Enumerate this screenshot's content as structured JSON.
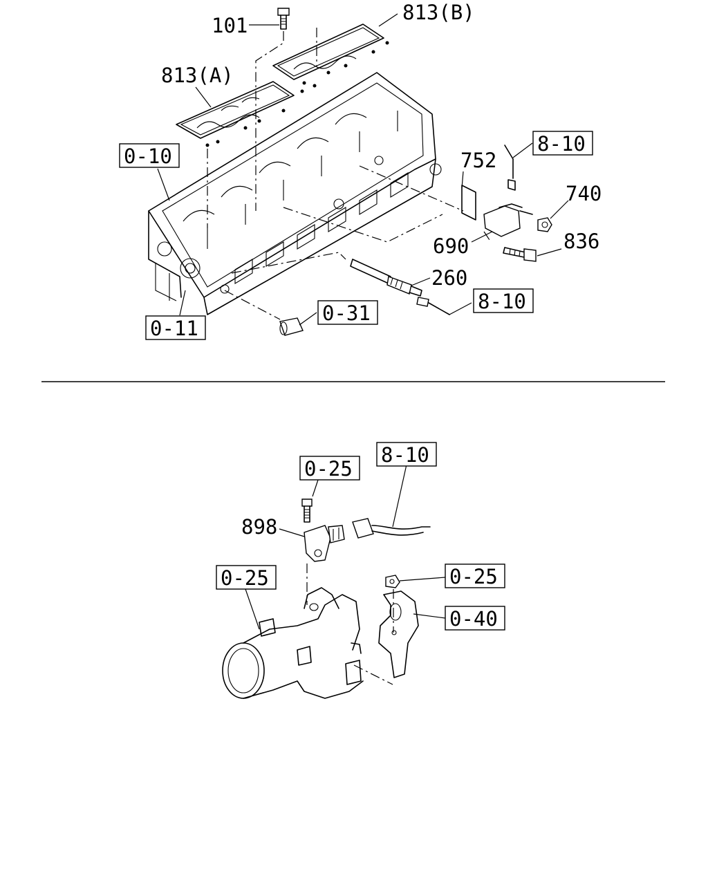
{
  "upper_section": {
    "callouts": {
      "c101": "101",
      "c813b": "813(B)",
      "c813a": "813(A)",
      "c752": "752",
      "c740": "740",
      "c690": "690",
      "c836": "836",
      "c260": "260"
    },
    "ref_boxes": {
      "r010": "0-10",
      "r810a": "8-10",
      "r810b": "8-10",
      "r031": "0-31",
      "r011": "0-11"
    }
  },
  "lower_section": {
    "callouts": {
      "c898": "898"
    },
    "ref_boxes": {
      "r025a": "0-25",
      "r810c": "8-10",
      "r025b": "0-25",
      "r025c": "0-25",
      "r040": "0-40"
    }
  }
}
